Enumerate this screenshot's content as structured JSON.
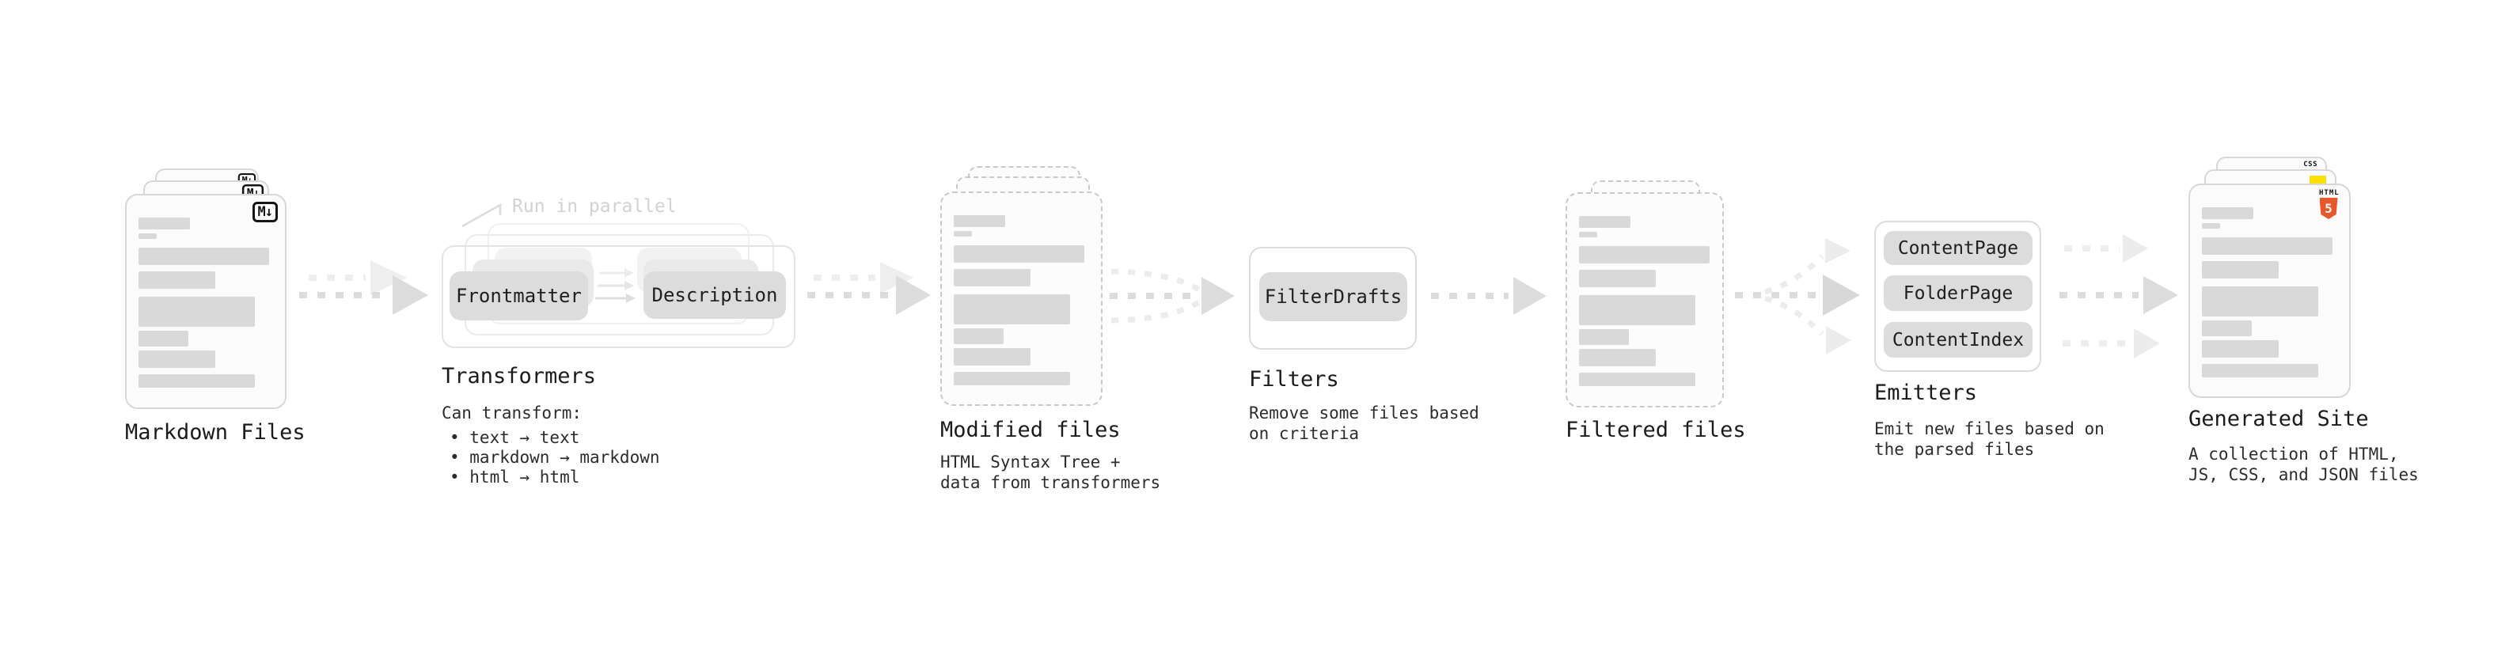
{
  "stages": {
    "markdown_files": {
      "label": "Markdown Files",
      "badge": "M↓"
    },
    "transformers": {
      "label": "Transformers",
      "callout": "Run in parallel",
      "nodes": [
        "Frontmatter",
        "Description"
      ],
      "can_transform_title": "Can transform:",
      "bullets": [
        "• text → text",
        "• markdown → markdown",
        "• html → html"
      ]
    },
    "modified_files": {
      "label": "Modified files",
      "description": [
        "HTML Syntax Tree +",
        "data from transformers"
      ]
    },
    "filters": {
      "label": "Filters",
      "nodes": [
        "FilterDrafts"
      ],
      "description": [
        "Remove some files based",
        "on criteria"
      ]
    },
    "filtered_files": {
      "label": "Filtered files"
    },
    "emitters": {
      "label": "Emitters",
      "nodes": [
        "ContentPage",
        "FolderPage",
        "ContentIndex"
      ],
      "description": [
        "Emit new files based on",
        "the parsed files"
      ]
    },
    "generated_site": {
      "label": "Generated Site",
      "description": [
        "A collection of HTML,",
        "JS, CSS, and JSON files"
      ],
      "file_badges": {
        "css_label": "CSS",
        "html_label": "HTML",
        "html_digit": "5"
      }
    }
  },
  "colors": {
    "html5_orange": "#e8562b",
    "js_yellow": "#ffdf00",
    "css_blue": "#2965f1",
    "node_gray": "#dcdcdc",
    "arrow_gray": "#dcdcdc",
    "arrow_light": "#eeeeee",
    "text_dark": "#1b1b1b"
  }
}
